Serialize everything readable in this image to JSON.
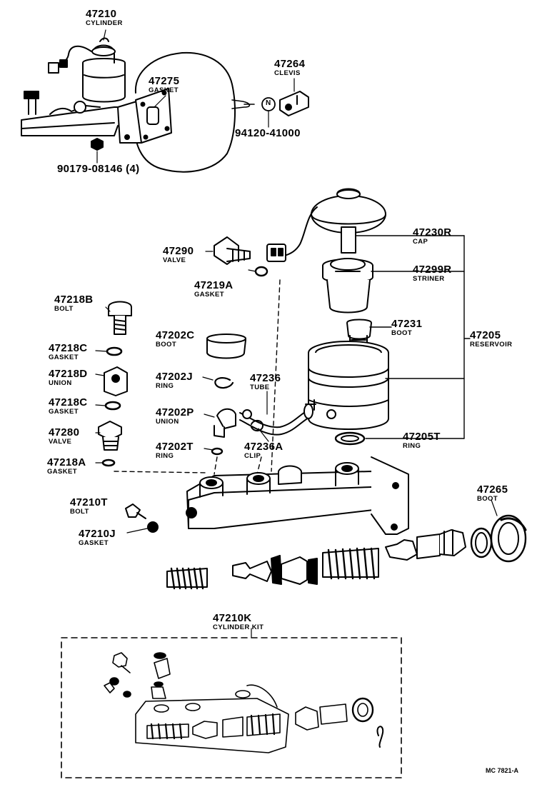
{
  "parts": {
    "p47210": {
      "number": "47210",
      "name": "CYLINDER"
    },
    "p47275": {
      "number": "47275",
      "name": "GASKET"
    },
    "p47264": {
      "number": "47264",
      "name": "CLEVIS"
    },
    "p94120": {
      "number": "94120-41000"
    },
    "p90179": {
      "number": "90179-08146 (4)"
    },
    "p47230R": {
      "number": "47230R",
      "name": "CAP"
    },
    "p47290": {
      "number": "47290",
      "name": "VALVE"
    },
    "p47219A": {
      "number": "47219A",
      "name": "GASKET"
    },
    "p47299R": {
      "number": "47299R",
      "name": "STRINER"
    },
    "p47218B": {
      "number": "47218B",
      "name": "BOLT"
    },
    "p47231": {
      "number": "47231",
      "name": "BOOT"
    },
    "p47205": {
      "number": "47205",
      "name": "RESERVOIR"
    },
    "p47202C": {
      "number": "47202C",
      "name": "BOOT"
    },
    "p47218C_a": {
      "number": "47218C",
      "name": "GASKET"
    },
    "p47218D": {
      "number": "47218D",
      "name": "UNION"
    },
    "p47202J": {
      "number": "47202J",
      "name": "RING"
    },
    "p47236": {
      "number": "47236",
      "name": "TUBE"
    },
    "p47218C_b": {
      "number": "47218C",
      "name": "GASKET"
    },
    "p47202P": {
      "number": "47202P",
      "name": "UNION"
    },
    "p47280": {
      "number": "47280",
      "name": "VALVE"
    },
    "p47205T": {
      "number": "47205T",
      "name": "RING"
    },
    "p47202T": {
      "number": "47202T",
      "name": "RING"
    },
    "p47236A": {
      "number": "47236A",
      "name": "CLIP"
    },
    "p47218A": {
      "number": "47218A",
      "name": "GASKET"
    },
    "p47265": {
      "number": "47265",
      "name": "BOOT"
    },
    "p47210T": {
      "number": "47210T",
      "name": "BOLT"
    },
    "p47210J": {
      "number": "47210J",
      "name": "GASKET"
    },
    "p47210K": {
      "number": "47210K",
      "name": "CYLINDER KIT"
    }
  },
  "nut_marker": "N",
  "figure_code": "MC 7821-A"
}
